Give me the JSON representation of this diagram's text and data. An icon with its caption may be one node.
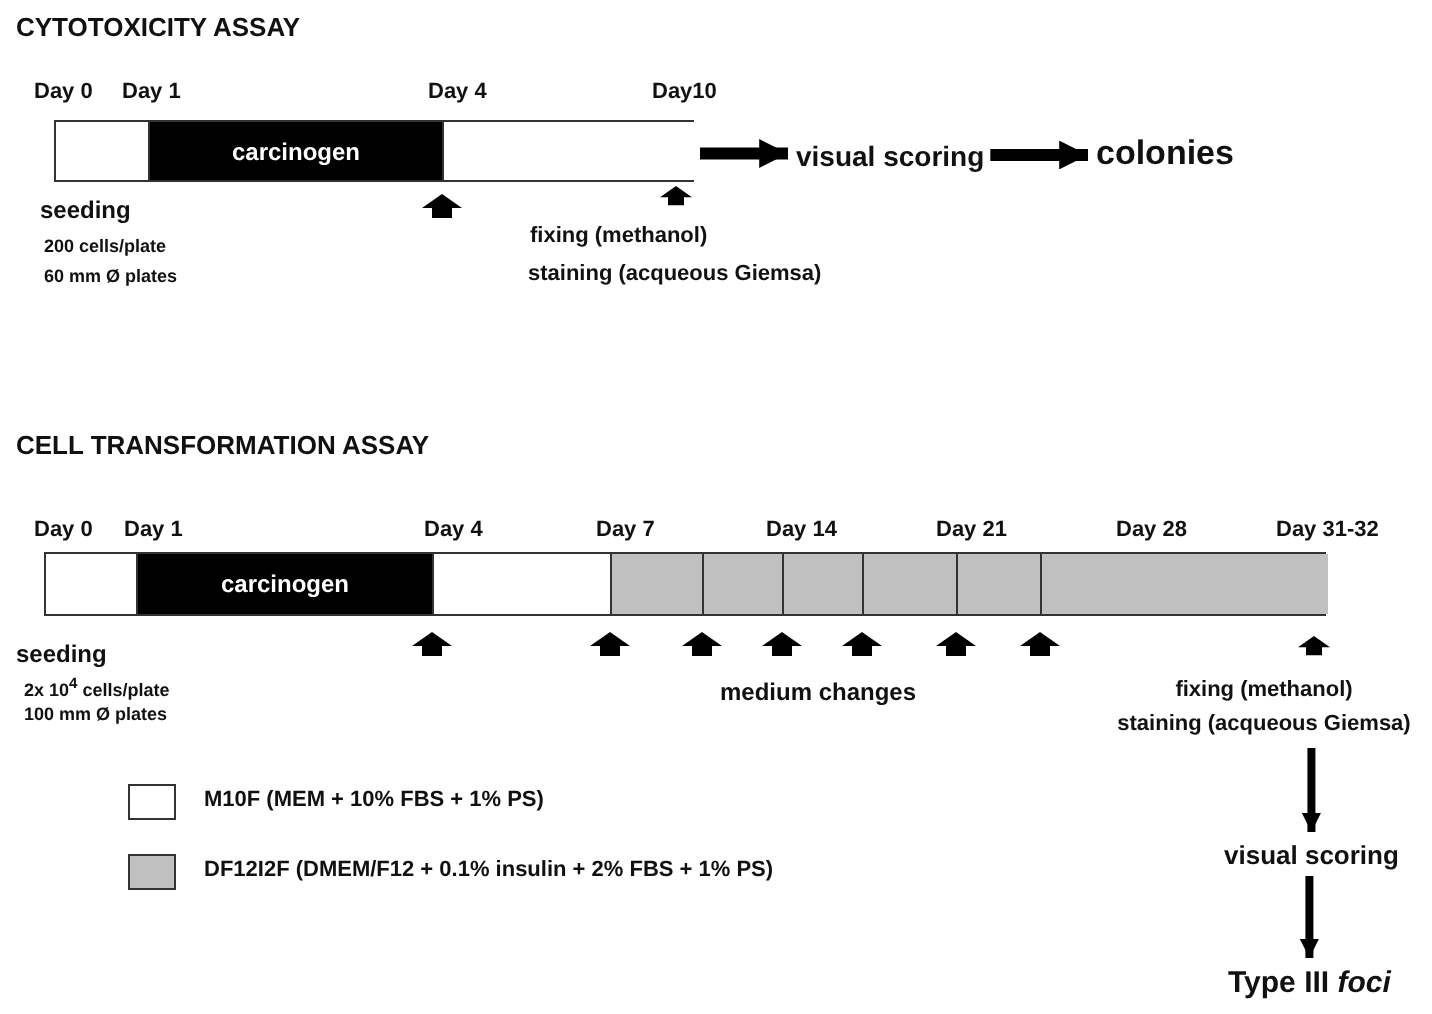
{
  "diagram": {
    "nodes": [
      {
        "text": [],
        "shape": "bar"
      },
      {
        "text": [],
        "shape": "box",
        "in": 0
      },
      {
        "text": [
          "carcinogen"
        ],
        "in": 0
      },
      {
        "text": [],
        "shape": "box",
        "in": 0
      },
      {
        "text": [
          "visual scoring"
        ]
      },
      {
        "text": [
          "colonies"
        ]
      },
      {
        "text": [],
        "shape": "bar"
      },
      {
        "text": [],
        "shape": "box",
        "in": 6
      },
      {
        "text": [
          "carcinogen"
        ],
        "in": 6
      },
      {
        "text": [],
        "shape": "box",
        "in": 6
      },
      {
        "text": [],
        "shape": "box",
        "in": 6
      },
      {
        "text": [],
        "shape": "box",
        "in": 6
      },
      {
        "text": [],
        "shape": "box",
        "in": 6
      },
      {
        "text": [],
        "shape": "box",
        "in": 6
      },
      {
        "text": [],
        "shape": "box",
        "in": 6
      },
      {
        "text": [],
        "shape": "box",
        "in": 6
      },
      {
        "text": [
          "fixing (methanol)",
          "staining (acqueous Giemsa)"
        ]
      },
      {
        "text": [
          "visual scoring"
        ]
      },
      {
        "text": [
          "Type III *foci*"
        ]
      }
    ],
    "edges": [
      {
        "from": 0,
        "to": 4,
        "arrow": "to"
      },
      {
        "from": 4,
        "to": 5,
        "arrow": "to"
      },
      {
        "from": 16,
        "to": 17,
        "arrow": "to"
      },
      {
        "from": 17,
        "to": 18,
        "arrow": "to"
      }
    ],
    "labels": [
      "CYTOTOXICITY ASSAY",
      "Day 0",
      "Day 1",
      "Day 4",
      "Day10",
      "seeding",
      "200 cells/plate",
      "60 mm Ø plates",
      "fixing (methanol)",
      "staining (acqueous Giemsa)",
      "CELL TRANSFORMATION ASSAY",
      "Day 0",
      "Day 1",
      "Day 4",
      "Day 7",
      "Day 14",
      "Day 21",
      "Day 28",
      "Day 31-32",
      "seeding",
      "2x 10$^{4}$ cells/plate",
      "100 mm Ø plates",
      "medium changes"
    ],
    "legend": [
      {
        "text": "M10F (MEM + 10% FBS + 1% PS)",
        "color": "#ffffff"
      },
      {
        "text": "DF12I2F (DMEM/F12 + 0.1% insulin + 2% FBS + 1% PS)",
        "color": "#c0c0c0"
      }
    ]
  }
}
